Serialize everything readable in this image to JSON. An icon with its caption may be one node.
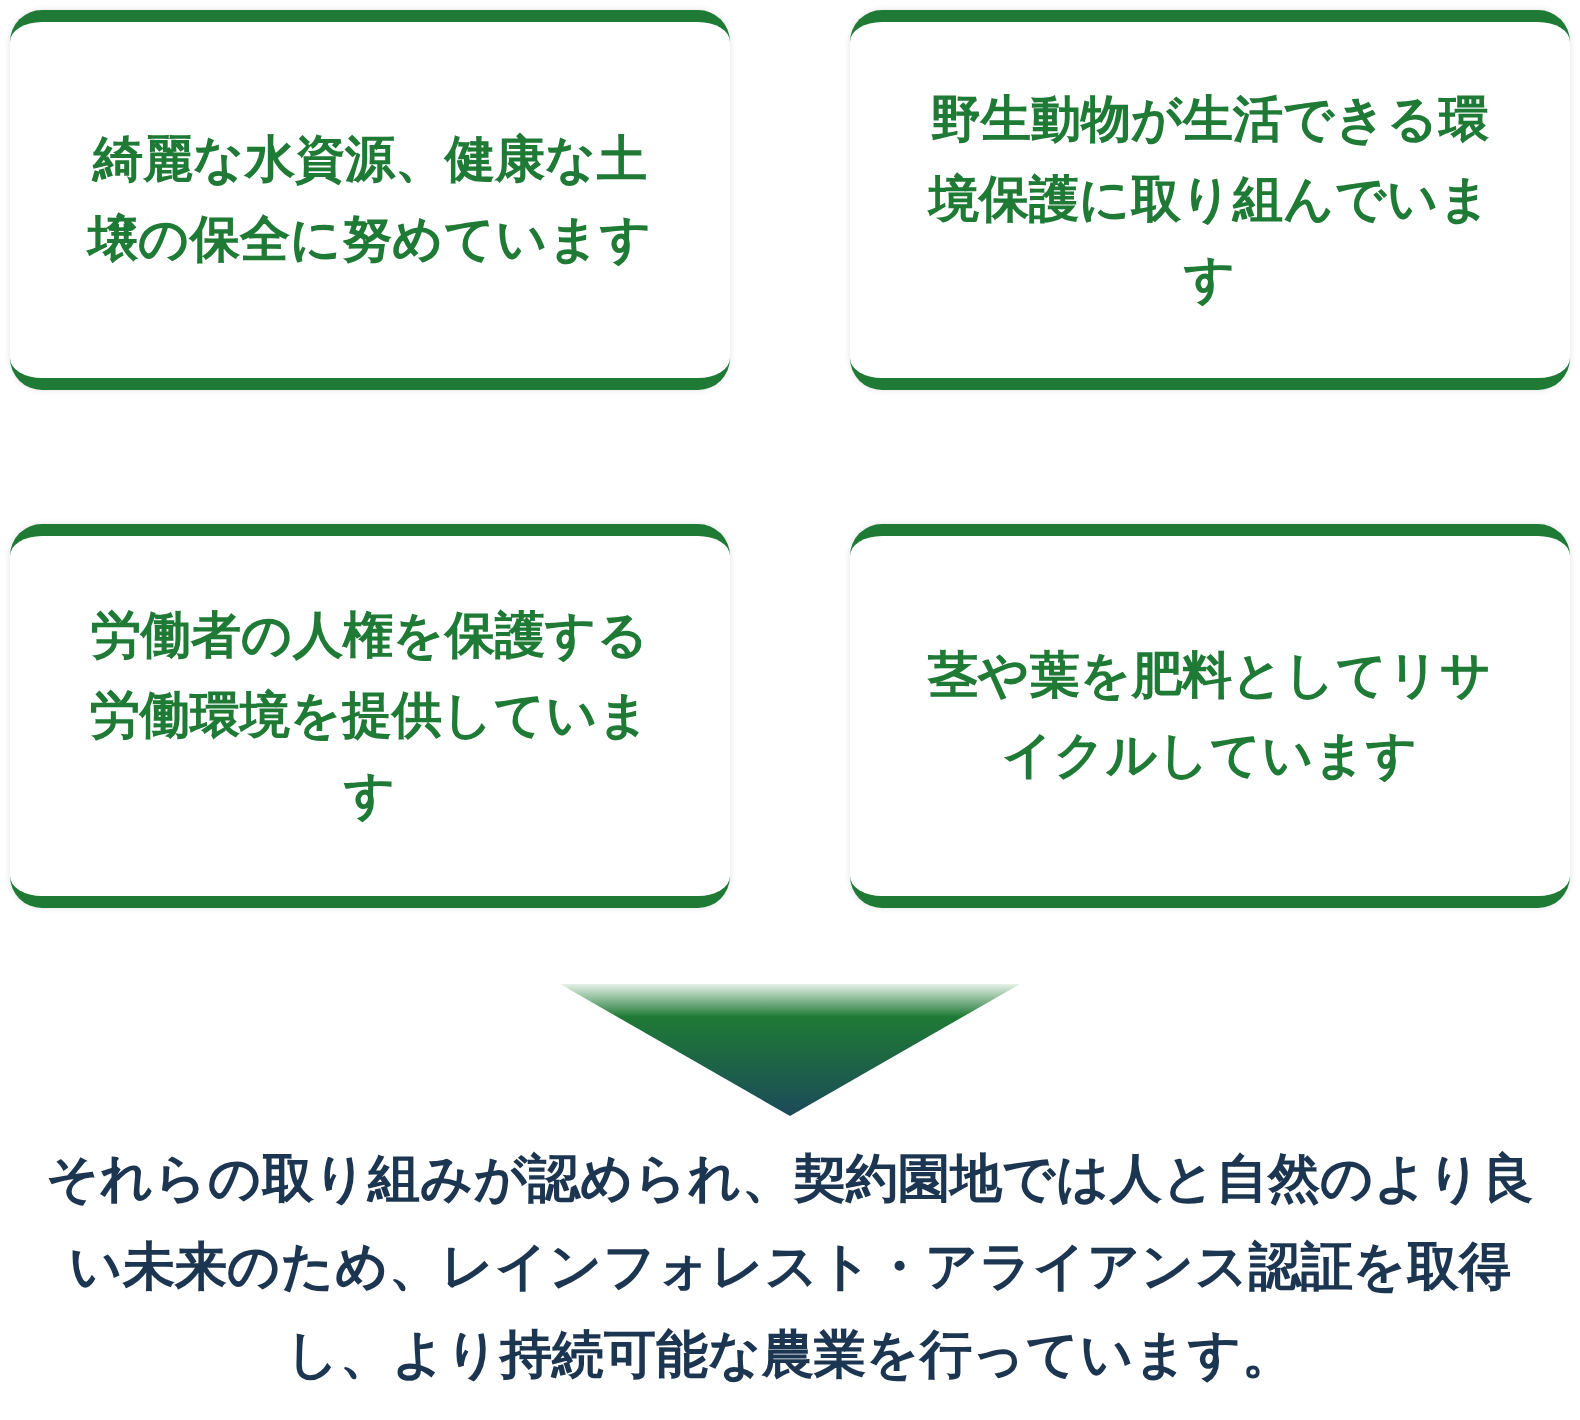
{
  "diagram": {
    "nodes": [
      {
        "text": [
          "綺麗な水資源、健康な土壌の保全に努めています"
        ]
      },
      {
        "text": [
          "野生動物が生活できる環境保護に取り組んでいます"
        ]
      },
      {
        "text": [
          "労働者の人権を保護する労働環境を提供しています"
        ]
      },
      {
        "text": [
          "茎や葉を肥料としてリサイクルしています"
        ]
      },
      {
        "text": [
          "それらの取り組みが認められ、契約園地では人と自然のより良い未来のため、レインフォレスト・アライアンス認証を取得し、より持続可能な農業を行っています。"
        ]
      }
    ],
    "edges": [
      {
        "from": null,
        "to": 4,
        "arrow": "to"
      }
    ]
  }
}
